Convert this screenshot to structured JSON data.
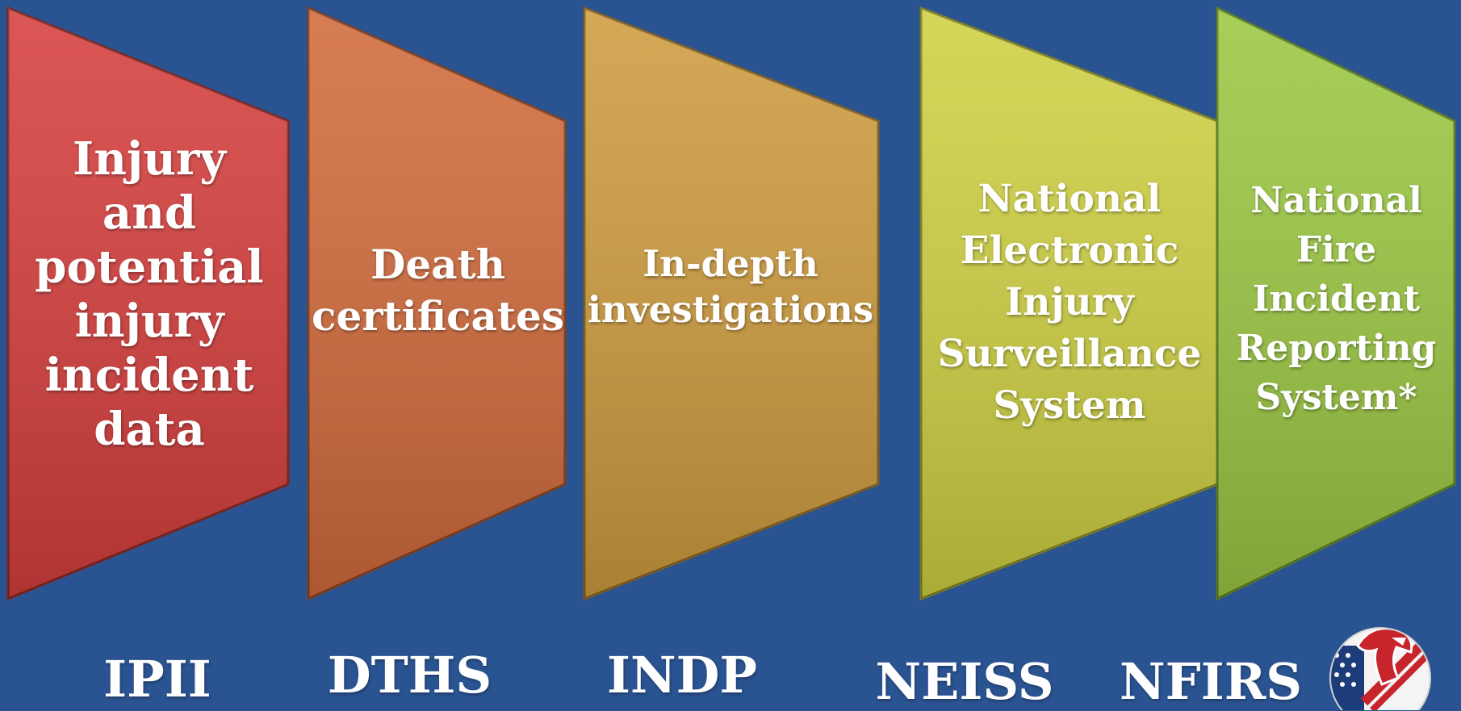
{
  "stages": [
    {
      "text": "Injury\nand\npotential\ninjury\nincident\ndata",
      "abbr": "IPII",
      "color": "#d63f3d"
    },
    {
      "text": "Death\ncertificates",
      "abbr": "DTHS",
      "color": "#d26b3c"
    },
    {
      "text": "In-depth\ninvestigations",
      "abbr": "INDP",
      "color": "#cf9c3f"
    },
    {
      "text": "National\nElectronic\nInjury\nSurveillance\nSystem",
      "abbr": "NEISS",
      "color": "#cfd143"
    },
    {
      "text": "National\nFire\nIncident\nReporting\nSystem*",
      "abbr": "NFIRS",
      "color": "#9cc843"
    }
  ],
  "colors": {
    "background": "#2a5391"
  },
  "logo": {
    "icon": "eagle-seal-icon"
  }
}
